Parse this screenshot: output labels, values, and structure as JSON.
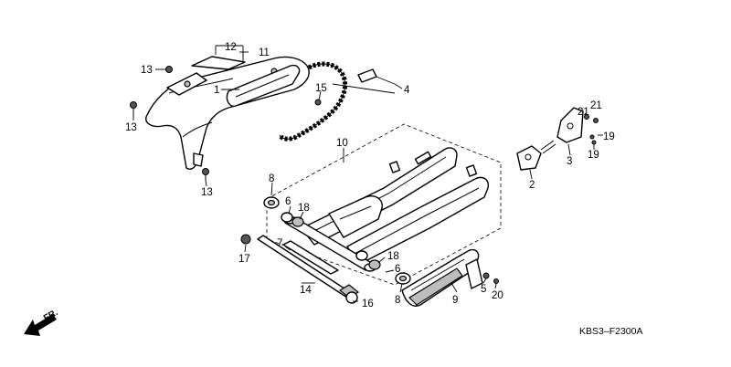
{
  "diagram_code": "KBS3–F2300A",
  "direction_label": "FR.",
  "callouts": [
    "1",
    "2",
    "3",
    "4",
    "5",
    "6",
    "6",
    "7",
    "8",
    "8",
    "9",
    "10",
    "11",
    "12",
    "13",
    "13",
    "13",
    "14",
    "15",
    "16",
    "17",
    "18",
    "18",
    "19",
    "19",
    "20",
    "21",
    "21"
  ],
  "icons": [
    "swingarm",
    "chain-guard",
    "chain-case",
    "drive-chain",
    "chain-slider",
    "pivot-bolt",
    "chain-adjuster",
    "brake-stay",
    "front-arrow"
  ]
}
